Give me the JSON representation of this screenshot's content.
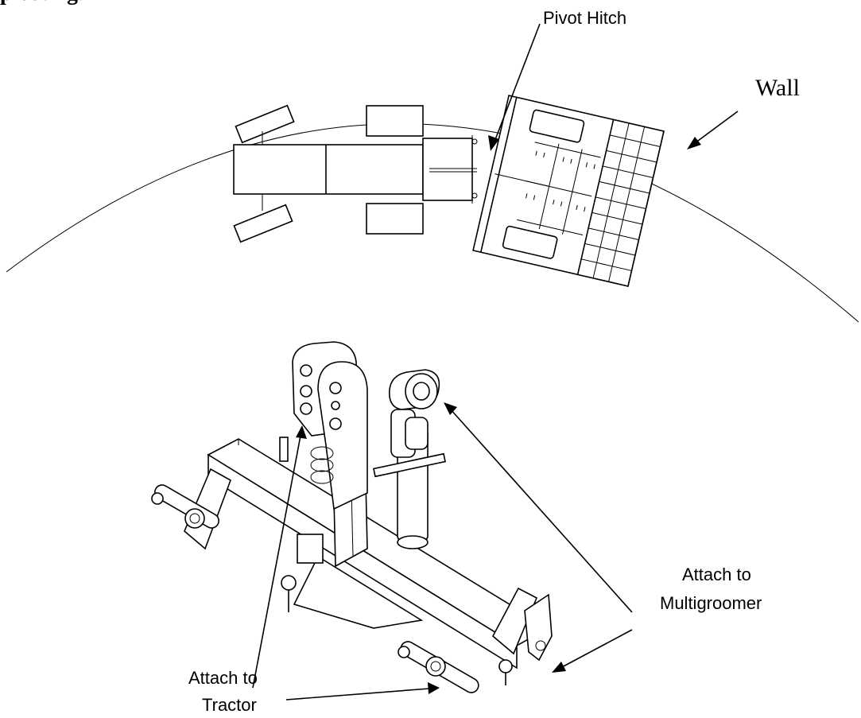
{
  "heading": "pivoting.",
  "labels": {
    "pivot_hitch": "Pivot Hitch",
    "wall": "Wall",
    "attach_multigroomer_1": "Attach to",
    "attach_multigroomer_2": "Multigroomer",
    "attach_tractor_1": "Attach to",
    "attach_tractor_2": "Tractor"
  },
  "icons": [
    "tractor-topview-icon",
    "multigroomer-topview-icon",
    "pivot-hitch-assembly-icon"
  ],
  "colors": {
    "line": "#000000",
    "background": "#ffffff"
  }
}
